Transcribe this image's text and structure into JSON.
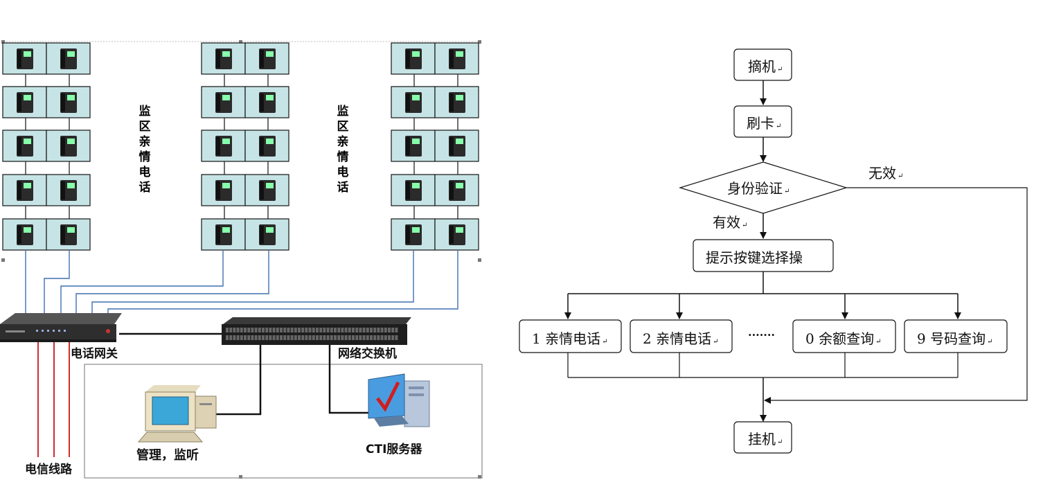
{
  "network": {
    "zone_label_1": "监区亲情电话",
    "zone_label_2": "监区亲情电话",
    "gateway_label": "电话网关",
    "switch_label": "网络交换机",
    "admin_label": "管理，监听",
    "cti_label": "CTI服务器",
    "telecom_label": "电信线路",
    "colors": {
      "phone_panel": "#c6e4e6",
      "link_blue": "#3f6fb0",
      "telecom_red": "#d22b2b"
    }
  },
  "flowchart": {
    "start": "摘机",
    "swipe": "刷卡",
    "verify": "身份验证",
    "invalid": "无效",
    "valid": "有效",
    "prompt": "提示按键选择操",
    "options": [
      "1 亲情电话",
      "2 亲情电话",
      "0 余额查询",
      "9 号码查询"
    ],
    "ellipsis": "·······",
    "end": "挂机",
    "mark": "↵"
  }
}
